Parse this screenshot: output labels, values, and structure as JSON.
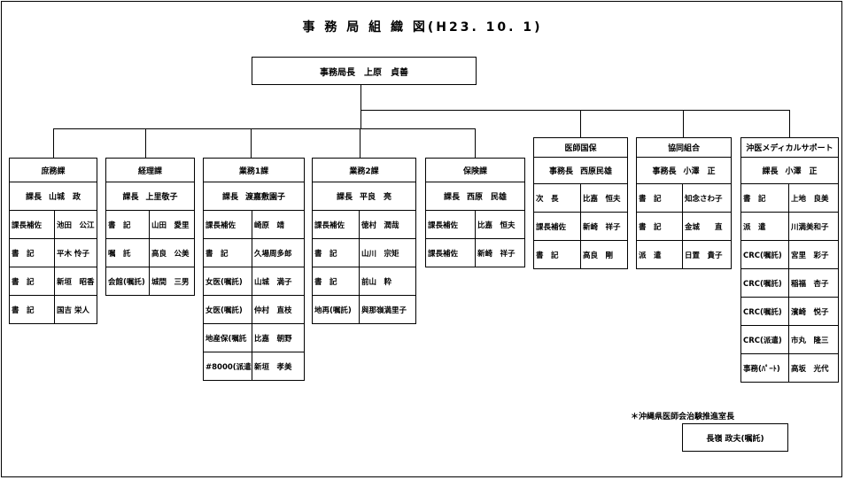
{
  "title": "事 務 局 組 織 図(H23. 10. 1)",
  "top": {
    "role": "事務局長",
    "name": "上原　貞善"
  },
  "departments": [
    {
      "name": "庶務課",
      "chief_role": "課長",
      "chief_name": "山城　政",
      "rows": [
        [
          "課長補佐",
          "池田　公江"
        ],
        [
          "書　記",
          "平木 怜子"
        ],
        [
          "書　記",
          "新垣　昭香"
        ],
        [
          "書　記",
          "国吉 栄人"
        ]
      ]
    },
    {
      "name": "経理課",
      "chief_role": "課長",
      "chief_name": "上里敬子",
      "rows": [
        [
          "書　記",
          "山田　愛里"
        ],
        [
          "嘱　託",
          "高良　公美"
        ],
        [
          "会館(嘱託)",
          "城間　三男"
        ]
      ]
    },
    {
      "name": "業務1課",
      "chief_role": "課長",
      "chief_name": "渡嘉敷園子",
      "rows": [
        [
          "課長補佐",
          "崎原　靖"
        ],
        [
          "書　記",
          "久場周多郎"
        ],
        [
          "女医(嘱託)",
          "山城　満子"
        ],
        [
          "女医(嘱託)",
          "仲村　直枝"
        ],
        [
          "地産保(嘱託",
          "比嘉　朝野"
        ],
        [
          "#8000(派遣)",
          "新垣　孝美"
        ]
      ]
    },
    {
      "name": "業務2課",
      "chief_role": "課長",
      "chief_name": "平良　亮",
      "rows": [
        [
          "課長補佐",
          "徳村　潤哉"
        ],
        [
          "書　記",
          "山川　宗矩"
        ],
        [
          "書　記",
          "前山　粋"
        ],
        [
          "地再(嘱託)",
          "與那嶺満里子"
        ]
      ]
    },
    {
      "name": "保険課",
      "chief_role": "課長",
      "chief_name": "西原　民雄",
      "rows": [
        [
          "課長補佐",
          "比嘉　恒夫"
        ],
        [
          "課長補佐",
          "新崎　祥子"
        ]
      ]
    },
    {
      "name": "医師国保",
      "chief_role": "事務長",
      "chief_name": "西原民雄",
      "rows": [
        [
          "次　長",
          "比嘉　恒夫"
        ],
        [
          "課長補佐",
          "新崎　祥子"
        ],
        [
          "書　記",
          "高良　剛"
        ]
      ]
    },
    {
      "name": "協同組合",
      "chief_role": "事務長",
      "chief_name": "小澤　正",
      "rows": [
        [
          "書　記",
          "知念さわ子"
        ],
        [
          "書　記",
          "金城　　直"
        ],
        [
          "派　遣",
          "日置　貴子"
        ]
      ]
    },
    {
      "name": "沖医メディカルサポート",
      "chief_role": "課長",
      "chief_name": "小澤　正",
      "rows": [
        [
          "書　記",
          "上地　良美"
        ],
        [
          "派　遣",
          "川満美和子"
        ],
        [
          "CRC(嘱託)",
          "宮里　彩子"
        ],
        [
          "CRC(嘱託)",
          "稲福　杏子"
        ],
        [
          "CRC(嘱託)",
          "濱崎　悦子"
        ],
        [
          "CRC(派遣)",
          "市丸　隆三"
        ],
        [
          "事務(ﾊﾟｰﾄ)",
          "高坂　光代"
        ]
      ]
    }
  ],
  "note": "＊沖縄県医師会治験推進室長",
  "note_box": "長嶺 政夫(嘱託)"
}
